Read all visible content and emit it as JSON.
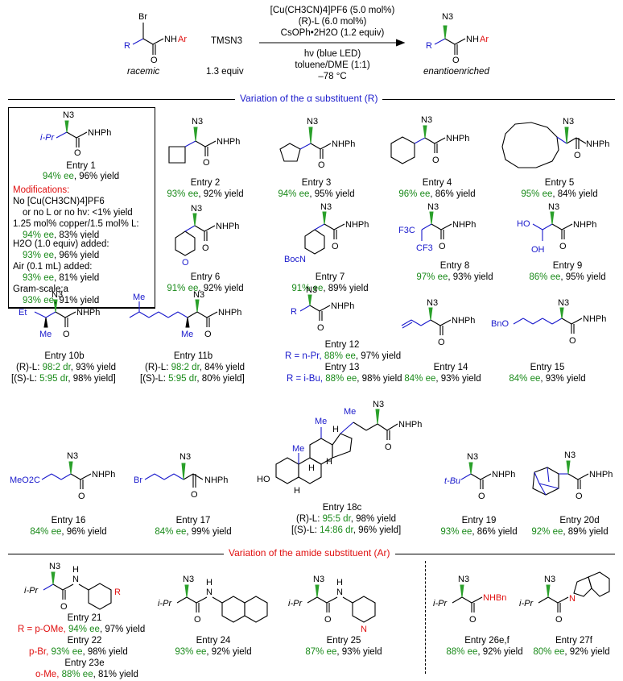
{
  "scheme": {
    "conditions": [
      "[Cu(CH3CN)4]PF6 (5.0 mol%)",
      "(R)-L (6.0 mol%)",
      "CsOPh•2H2O (1.2 equiv)",
      "hν (blue LED)",
      "toluene/DME (1:1)",
      "–78 °C"
    ],
    "reactant_label": "racemic",
    "reagent": "TMSN3",
    "reagent_equiv": "1.3 equiv",
    "product_label": "enantioenriched"
  },
  "sections": {
    "alpha": "Variation of the α substituent (R)",
    "amide": "Variation of the amide substituent (Ar)"
  },
  "box": {
    "entry": "Entry 1",
    "result_ee": "94% ee",
    "result_yield": ", 96% yield",
    "mod_title": "Modifications:",
    "mod1a": "No [Cu(CH3CN)4]PF6",
    "mod1b": "or no L or no hν: <1% yield",
    "mod2": "1.25 mol% copper/1.5 mol% L:",
    "mod2_ee": "94% ee",
    "mod2_y": ", 83% yield",
    "mod3": "H2O (1.0 equiv) added:",
    "mod3_ee": "93% ee",
    "mod3_y": ", 96% yield",
    "mod4": "Air (0.1 mL) added:",
    "mod4_ee": "93% ee",
    "mod4_y": ", 81% yield",
    "mod5": "Gram-scale:a",
    "mod5_ee": "93% ee",
    "mod5_y": ", 91% yield"
  },
  "entries": {
    "e2": {
      "label": "Entry 2",
      "ee": "93% ee",
      "y": ", 92% yield"
    },
    "e3": {
      "label": "Entry 3",
      "ee": "94% ee",
      "y": ", 95% yield"
    },
    "e4": {
      "label": "Entry 4",
      "ee": "96% ee",
      "y": ", 86% yield"
    },
    "e5": {
      "label": "Entry 5",
      "ee": "95% ee",
      "y": ", 84% yield"
    },
    "e6": {
      "label": "Entry 6",
      "ee": "91% ee",
      "y": ", 92% yield"
    },
    "e7": {
      "label": "Entry 7",
      "ee": "91% ee",
      "y": ", 89% yield"
    },
    "e8": {
      "label": "Entry 8",
      "ee": "97% ee",
      "y": ", 93% yield"
    },
    "e9": {
      "label": "Entry 9",
      "ee": "86% ee",
      "y": ", 95% yield"
    },
    "e10": {
      "label": "Entry 10b",
      "l1a": "(R)-L: ",
      "l1dr": "98:2 dr",
      "l1y": ", 93% yield",
      "l2a": "[(S)-L: ",
      "l2dr": "5:95 dr",
      "l2y": ", 98% yield]"
    },
    "e11": {
      "label": "Entry 11b",
      "l1a": "(R)-L: ",
      "l1dr": "98:2 dr",
      "l1y": ", 84% yield",
      "l2a": "[(S)-L: ",
      "l2dr": "5:95 dr",
      "l2y": ", 80% yield]"
    },
    "e12": {
      "label": "Entry 12",
      "r": "R = n-Pr, ",
      "ee": "88% ee",
      "y": ", 97% yield"
    },
    "e13": {
      "label": "Entry 13",
      "r": "R = i-Bu, ",
      "ee": "88% ee",
      "y": ", 98% yield"
    },
    "e14": {
      "label": "Entry 14",
      "ee": "84% ee",
      "y": ", 93% yield"
    },
    "e15": {
      "label": "Entry 15",
      "ee": "84% ee",
      "y": ", 93% yield"
    },
    "e16": {
      "label": "Entry 16",
      "ee": "84% ee",
      "y": ", 96% yield"
    },
    "e17": {
      "label": "Entry 17",
      "ee": "84% ee",
      "y": ", 99% yield"
    },
    "e18": {
      "label": "Entry 18c",
      "l1a": "(R)-L: ",
      "l1dr": "95:5 dr",
      "l1y": ", 98% yield",
      "l2a": "[(S)-L: ",
      "l2dr": "14:86 dr",
      "l2y": ", 96% yield]"
    },
    "e19": {
      "label": "Entry 19",
      "ee": "93% ee",
      "y": ", 86% yield"
    },
    "e20": {
      "label": "Entry 20d",
      "ee": "92% ee",
      "y": ", 89% yield"
    },
    "e21": {
      "label": "Entry 21",
      "r": "R = p-OMe, ",
      "ee": "94% ee",
      "y": ", 97% yield"
    },
    "e22": {
      "label": "Entry 22",
      "r": "p-Br, ",
      "ee": "93% ee",
      "y": ", 98% yield"
    },
    "e23": {
      "label": "Entry 23e",
      "r": "o-Me, ",
      "ee": "88% ee",
      "y": ", 81% yield"
    },
    "e24": {
      "label": "Entry 24",
      "ee": "93% ee",
      "y": ", 92% yield"
    },
    "e25": {
      "label": "Entry 25",
      "ee": "87% ee",
      "y": ", 93% yield"
    },
    "e26": {
      "label": "Entry 26e,f",
      "ee": "88% ee",
      "y": ", 92% yield"
    },
    "e27": {
      "label": "Entry 27f",
      "ee": "80% ee",
      "y": ", 92% yield"
    }
  },
  "atoms": {
    "n3": "N3",
    "nhph": "NHPh",
    "nhar": "NHAr",
    "nh": "NH",
    "br": "Br",
    "o": "O",
    "r": "R",
    "ar": "Ar",
    "ipr": "i-Pr",
    "tbu": "t-Bu",
    "et": "Et",
    "me": "Me",
    "boc": "BocN",
    "cf3": "CF3",
    "f3c": "F3C",
    "ho": "HO",
    "oh": "OH",
    "bno": "BnO",
    "meo2c": "MeO2C",
    "h": "H",
    "n": "N",
    "nhbn": "NHBn"
  }
}
